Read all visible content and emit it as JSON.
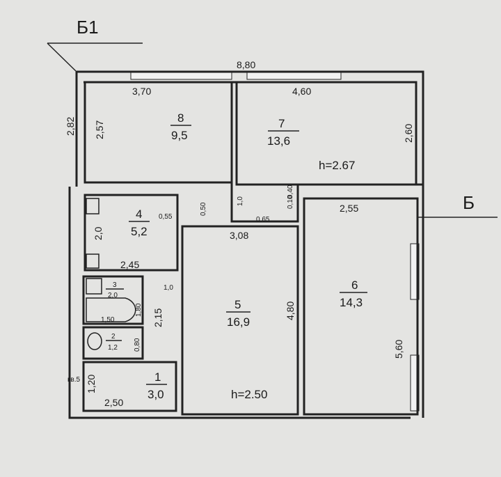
{
  "sections": {
    "b1": "Б1",
    "b": "Б"
  },
  "apartment_label": "кв.5",
  "overall_width": "8,80",
  "rooms": [
    {
      "num": "8",
      "area": "9,5",
      "w": "3,70",
      "h": "2,57"
    },
    {
      "num": "7",
      "area": "13,6",
      "w": "4,60",
      "h": "2,60",
      "ceiling": "h=2.67"
    },
    {
      "num": "4",
      "area": "5,2",
      "w": "2,45",
      "h": "2,0"
    },
    {
      "num": "5",
      "area": "16,9",
      "w": "3,08",
      "h": "4,80",
      "ceiling": "h=2.50"
    },
    {
      "num": "6",
      "area": "14,3",
      "w": "2,55",
      "h": "5,60"
    },
    {
      "num": "3",
      "area": "2,0",
      "w": "1,50",
      "h": "1,80"
    },
    {
      "num": "2",
      "area": "1,2",
      "h": "0,80"
    },
    {
      "num": "1",
      "area": "3,0",
      "w": "2,50",
      "h": "1,20"
    }
  ],
  "misc_dims": {
    "left_wall": "2,82",
    "niche_w": "0,55",
    "niche_h": "0,50",
    "door_1": "1,0",
    "door_65": "0,65",
    "d040": "0,40",
    "d010": "0,10",
    "d10": "1,0",
    "corr": "2,15"
  }
}
